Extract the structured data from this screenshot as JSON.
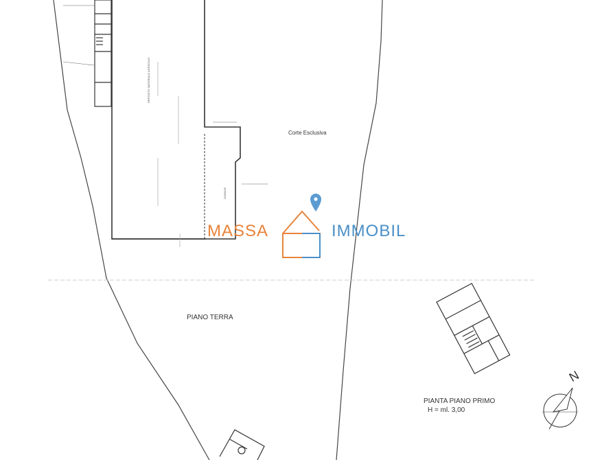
{
  "labels": {
    "corte": "Corte Esclusiva",
    "piano_terra": "PIANO TERRA",
    "pianta_primo": "PIANTA PIANO PRIMO",
    "altezza": "H = ml. 3,00",
    "north": "N",
    "deposito": "DEPOSITO MATERIALE AGRICOLO",
    "garage": "GARAGE"
  },
  "watermark": {
    "left_word": "MASSA",
    "right_word": "IMMOBIL",
    "color_left": "#e8833a",
    "color_right": "#4a8fc7"
  },
  "colors": {
    "line": "#333333",
    "faint": "#bbbbbb"
  }
}
